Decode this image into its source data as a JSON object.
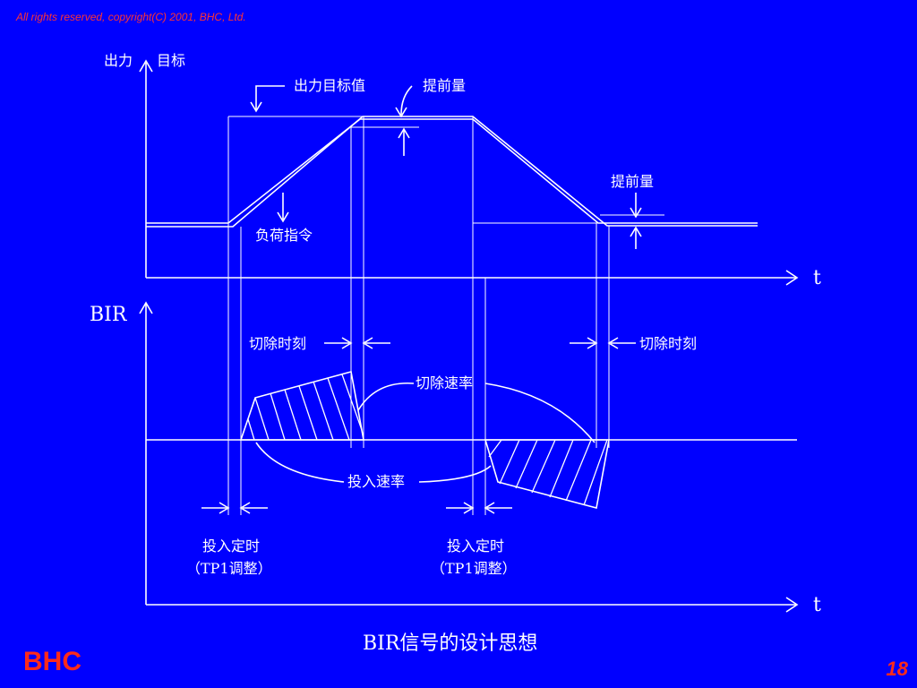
{
  "copyright": "All rights reserved, copyright(C) 2001, BHC, Ltd.",
  "brand": "BHC",
  "page_number": "18",
  "diagram": {
    "top": {
      "y_axis_label_a": "出力",
      "y_axis_label_b": "目标",
      "t_label": "t",
      "target_label": "出力目标值",
      "advance_label_1": "提前量",
      "advance_label_2": "提前量",
      "load_label": "负荷指令"
    },
    "bottom": {
      "y_axis_label": "BIR",
      "t_label": "t",
      "cut_time_left": "切除时刻",
      "cut_time_right": "切除时刻",
      "cut_rate": "切除速率",
      "input_rate": "投入速率",
      "input_timing_left": "投入定时",
      "input_timing_left_note": "（TP1调整）",
      "input_timing_right": "投入定时",
      "input_timing_right_note": "（TP1调整）"
    },
    "caption": "BIR信号的设计思想"
  }
}
